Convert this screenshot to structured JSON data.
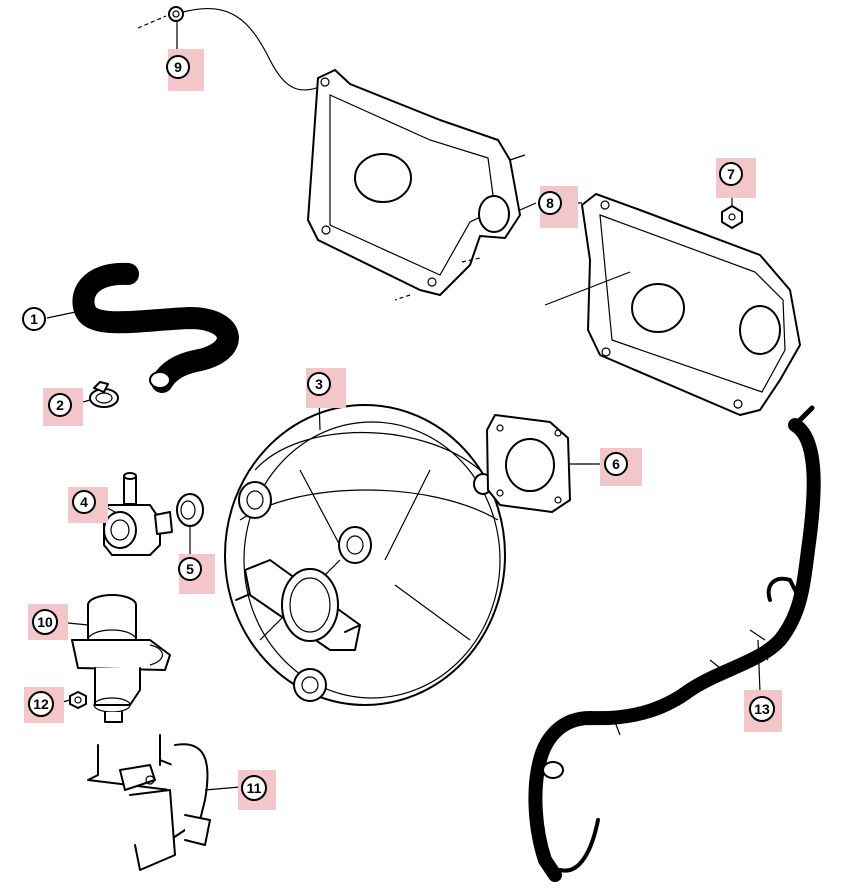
{
  "callouts": [
    {
      "id": "1",
      "label": "1"
    },
    {
      "id": "2",
      "label": "2"
    },
    {
      "id": "3",
      "label": "3"
    },
    {
      "id": "4",
      "label": "4"
    },
    {
      "id": "5",
      "label": "5"
    },
    {
      "id": "6",
      "label": "6"
    },
    {
      "id": "7",
      "label": "7"
    },
    {
      "id": "8",
      "label": "8"
    },
    {
      "id": "9",
      "label": "9"
    },
    {
      "id": "10",
      "label": "10"
    },
    {
      "id": "11",
      "label": "11"
    },
    {
      "id": "12",
      "label": "12"
    },
    {
      "id": "13",
      "label": "13"
    }
  ],
  "colors": {
    "callout_highlight": "#f3c6c9",
    "line": "#000000",
    "background": "#ffffff"
  }
}
